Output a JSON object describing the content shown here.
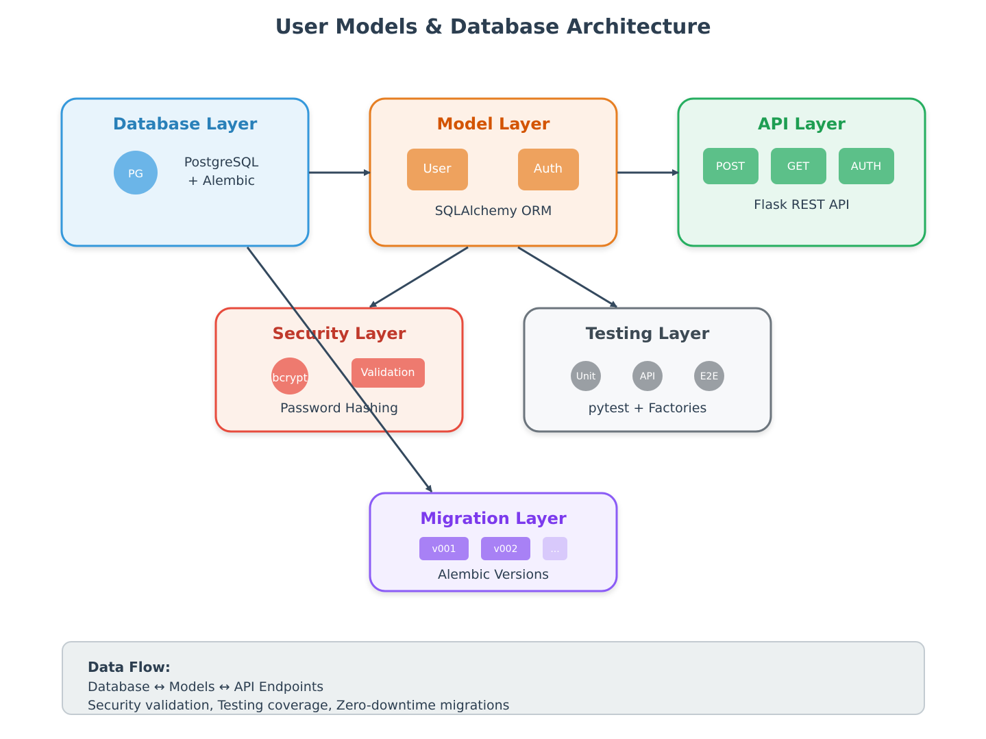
{
  "title": "User Models & Database Architecture",
  "colors": {
    "database": "#3498db",
    "model": "#e67e22",
    "api": "#27ae60",
    "security": "#e74c3c",
    "testing": "#6c757d",
    "migration": "#8b5cf6",
    "arrow": "#34495e"
  },
  "nodes": {
    "database": {
      "title": "Database Layer",
      "badge": "PG",
      "desc_line1": "PostgreSQL",
      "desc_line2": "+ Alembic"
    },
    "model": {
      "title": "Model Layer",
      "chips": [
        "User",
        "Auth"
      ],
      "desc": "SQLAlchemy ORM"
    },
    "api": {
      "title": "API Layer",
      "chips": [
        "POST",
        "GET",
        "AUTH"
      ],
      "desc": "Flask REST API"
    },
    "security": {
      "title": "Security Layer",
      "badge": "bcrypt",
      "chip": "Validation",
      "desc": "Password Hashing"
    },
    "testing": {
      "title": "Testing Layer",
      "badges": [
        "Unit",
        "API",
        "E2E"
      ],
      "desc": "pytest + Factories"
    },
    "migration": {
      "title": "Migration Layer",
      "chips": [
        "v001",
        "v002",
        "..."
      ],
      "desc": "Alembic Versions"
    }
  },
  "data_flow": {
    "title": "Data Flow:",
    "line1": "Database ↔ Models ↔ API Endpoints",
    "line2": "Security validation, Testing coverage, Zero-downtime migrations"
  }
}
